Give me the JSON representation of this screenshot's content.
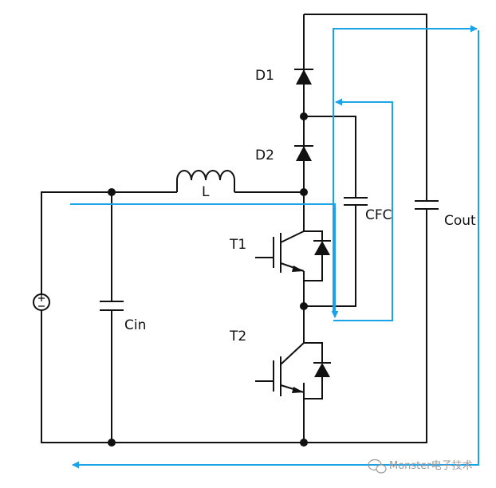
{
  "colors": {
    "wire": "#111111",
    "current_path": "#1aa3e8",
    "watermark": "#9a9a9a"
  },
  "components": {
    "d1": "D1",
    "d2": "D2",
    "inductor": "L",
    "t1": "T1",
    "t2": "T2",
    "cfc": "CFC",
    "cout": "Cout",
    "cin": "Cin"
  },
  "watermark": {
    "text": "Monster电子技术",
    "icon": "wechat-icon"
  }
}
